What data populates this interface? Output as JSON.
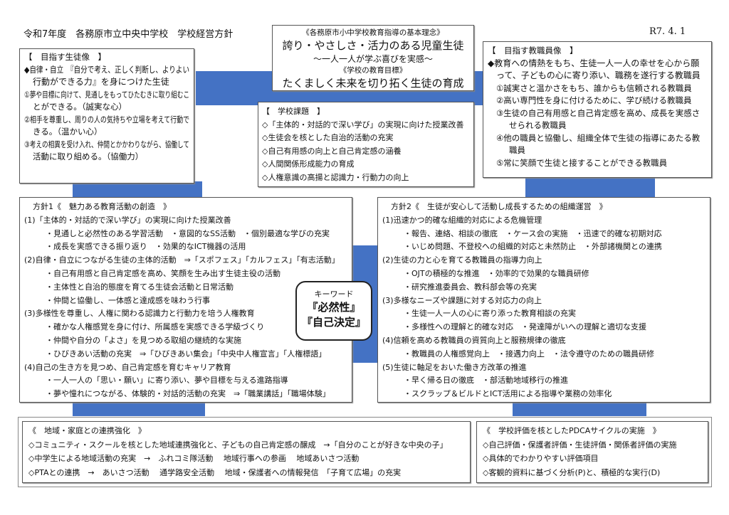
{
  "header": {
    "title": "令和7年度　各務原市立中央中学校　学校経営方針",
    "date": "R7. 4. 1"
  },
  "center": {
    "philosophy_label": "《各務原市小中学校教育指導の基本理念》",
    "philosophy": "誇り・やさしさ・活力のある児童生徒",
    "philosophy_sub": "～一人一人が学ぶ喜びを実感～",
    "goal_label": "《学校の教育目標》",
    "goal": "たくましく未来を切り拓く生徒の育成"
  },
  "student_image": {
    "heading": "【　目指す生徒像　】",
    "lines": [
      "◆自律・自立　『自分で考え、正しく判断し、よりよい",
      "行動ができる力』を身につけた生徒",
      "①夢や目標に向けて、見通しをもってひたむきに取り組むこ",
      "とができる。（誠実な心）",
      "②相手を尊重し、周りの人の気持ちや立場を考えて行動で",
      "きる。（温かい心）",
      "③考えの相異を受け入れ、仲間とかかわりながら、協働して",
      "活動に取り組める。（協働力）"
    ]
  },
  "school_issues": {
    "heading": "【　学校課題　】",
    "items": [
      "◇「主体的・対話的で深い学び」の実現に向けた授業改善",
      "◇生徒会を核とした自治的活動の充実",
      "◇自己有用感の向上と自己肯定感の涵養",
      "◇人間関係形成能力の育成",
      "◇人権意識の高揚と認識力・行動力の向上"
    ]
  },
  "staff_image": {
    "heading": "【　目指す教職員像　】",
    "lines": [
      "◆教育への情熱をもち、生徒一人一人の幸せを心から願",
      "って、子どもの心に寄り添い、職務を遂行する教職員",
      "①誠実さと温かさをもち、誰からも信頼される教職員",
      "②高い専門性を身に付けるために、学び続ける教職員",
      "③生徒の自己有用感と自己肯定感を高め、成長を実感さ",
      "せられる教職員",
      "④他の職員と協働し、組織全体で生徒の指導にあたる教",
      "職員",
      "⑤常に笑顔で生徒と接することができる教職員"
    ]
  },
  "policy1": {
    "title": "方針1《　魅力ある教育活動の創造　》",
    "lines": [
      "(1)「主体的・対話的で深い学び」の実現に向けた授業改善",
      "・見通しと必然性のある学習活動　・意図的なSS活動　・個別最適な学びの充実",
      "・成長を実感できる振り返り　・効果的なICT機器の活用",
      "(2)自律・自立につながる生徒の主体的活動　⇒「スポフェス」「カルフェス」「有志活動」",
      "・自己有用感と自己肯定感を高め、笑顔を生み出す生徒主役の活動",
      "・主体性と自治的態度を育てる生徒会活動と日常活動",
      "・仲間と協働し、一体感と達成感を味わう行事",
      "(3)多様性を尊重し、人権に関わる認識力と行動力を培う人権教育",
      "・確かな人権感覚を身に付け、所属感を実感できる学級づくり",
      "・仲間や自分の「よさ」を見つめる取組の継続的な実施",
      "・ひびきあい活動の充実　⇒「ひびきあい集会」「中央中人権宣言」「人権標語」",
      "(4)自己の生き方を見つめ、自己肯定感を育むキャリア教育",
      "・一人一人の「思い・願い」に寄り添い、夢や目標を与える進路指導",
      "・夢や憧れにつながる、体験的・対話的活動の充実　⇒「職業講話」「職場体験」"
    ]
  },
  "policy2": {
    "title": "方針2《　生徒が安心して活動し成長するための組織運営　》",
    "lines": [
      "(1)迅速かつ的確な組織的対応による危機管理",
      "・報告、連絡、相談の徹底　・ケース会の実施　・迅速で的確な初期対応",
      "・いじめ問題、不登校への組織的対応と未然防止　・外部諸機関との連携",
      "(2)生徒の力と心を育てる教職員の指導力向上",
      "・OJTの積極的な推進　・効率的で効果的な職員研修",
      "・研究推進委員会、教科部会等の充実",
      "(3)多様なニーズや課題に対する対応力の向上",
      "・生徒一人一人の心に寄り添った教育相談の充実",
      "・多様性への理解と的確な対応　・発達障がいへの理解と適切な支援",
      "(4)信頼を高める教職員の資質向上と服務規律の徹底",
      "・教職員の人権感覚向上　・接遇力向上　・法令遵守のための職員研修",
      "(5)生徒に軸足をおいた働き方改革の推進",
      "・早く帰る日の徹底　・部活動地域移行の推進",
      "・スクラップ＆ビルドとICT活用による指導や業務の効率化"
    ]
  },
  "keyword": {
    "label": "キーワード",
    "word1": "『必然性』",
    "word2": "『自己決定』"
  },
  "community": {
    "title": "《　地域・家庭との連携強化　》",
    "items": [
      "◇コミュニティ・スクールを核とした地域連携強化と、子どもの自己肯定感の醸成　→「自分のことが好きな中央の子」",
      "◇中学生による地域活動の充実　→　ふれコミ隊活動　 地域行事への参画　 地域あいさつ活動",
      "◇PTAとの連携　→　あいさつ活動　 通学路安全活動　 地域・保護者への情報発信　「子育て広場」の充実"
    ]
  },
  "pdca": {
    "title": "《　学校評価を核としたPDCAサイクルの実施　》",
    "items": [
      "◇自己評価・保護者評価・生徒評価・関係者評価の実施",
      "◇具体的でわかりやすい評価項目",
      "◇客観的資料に基づく分析(P)と、積極的な実行(D)"
    ]
  },
  "colors": {
    "accent": "#4472C4"
  }
}
